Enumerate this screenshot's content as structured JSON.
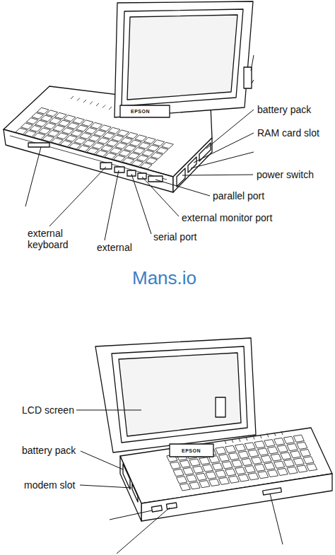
{
  "diagram": {
    "labels": [
      "battery pack",
      "RAM card slot",
      "power switch",
      "parallel port",
      "external monitor port",
      "serial port",
      "external keyboard",
      "external",
      "EPSON",
      "Mans.io",
      "EPSON",
      "LCD screen",
      "battery pack",
      "modem slot"
    ]
  }
}
